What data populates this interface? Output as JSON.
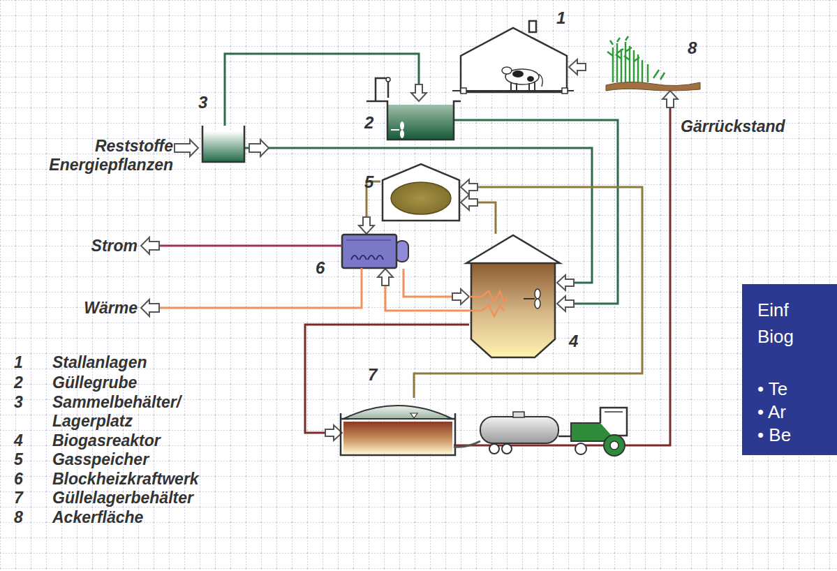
{
  "diagram": {
    "nodes": [
      {
        "text": [
          "1"
        ]
      },
      {
        "text": [
          "8"
        ]
      },
      {
        "text": [
          "3"
        ]
      },
      {
        "text": [
          "2"
        ]
      },
      {
        "text": [
          "5"
        ]
      },
      {
        "text": [
          "6"
        ]
      },
      {
        "text": [
          "4"
        ]
      },
      {
        "text": [
          "7"
        ]
      },
      {
        "text": [
          "Einf",
          "Biog",
          "• Te",
          "• Ar",
          "• Be"
        ]
      }
    ],
    "edges": [
      {
        "from": 1,
        "to": 0,
        "arrow": "to"
      },
      {
        "from": 2,
        "to": 3,
        "arrow": "to"
      },
      {
        "from": 2,
        "to": 6,
        "arrow": "to"
      },
      {
        "from": 3,
        "to": 6,
        "arrow": "to"
      },
      {
        "from": 6,
        "to": 4,
        "arrow": "to"
      },
      {
        "from": 7,
        "to": 4,
        "arrow": "to"
      },
      {
        "from": 4,
        "to": 5,
        "arrow": "to"
      },
      {
        "from": 5,
        "to": 6,
        "arrow": "to"
      },
      {
        "from": 6,
        "to": 5,
        "arrow": "to"
      },
      {
        "from": 6,
        "to": 7,
        "arrow": "to"
      },
      {
        "from": 7,
        "to": 1,
        "label": "Gärrückstand",
        "arrow": "to"
      }
    ],
    "labels": [
      "Reststoffe Energiepflanzen",
      "Strom",
      "Wärme",
      "1",
      "Stallanlagen",
      "2",
      "Güllegrube",
      "3",
      "Sammelbehälter/ Lagerplatz",
      "4",
      "Biogasreaktor",
      "5",
      "Gasspeicher",
      "6",
      "Blockheizkraftwerk",
      "7",
      "Güllelagerbehälter",
      "8",
      "Ackerfläche"
    ]
  }
}
